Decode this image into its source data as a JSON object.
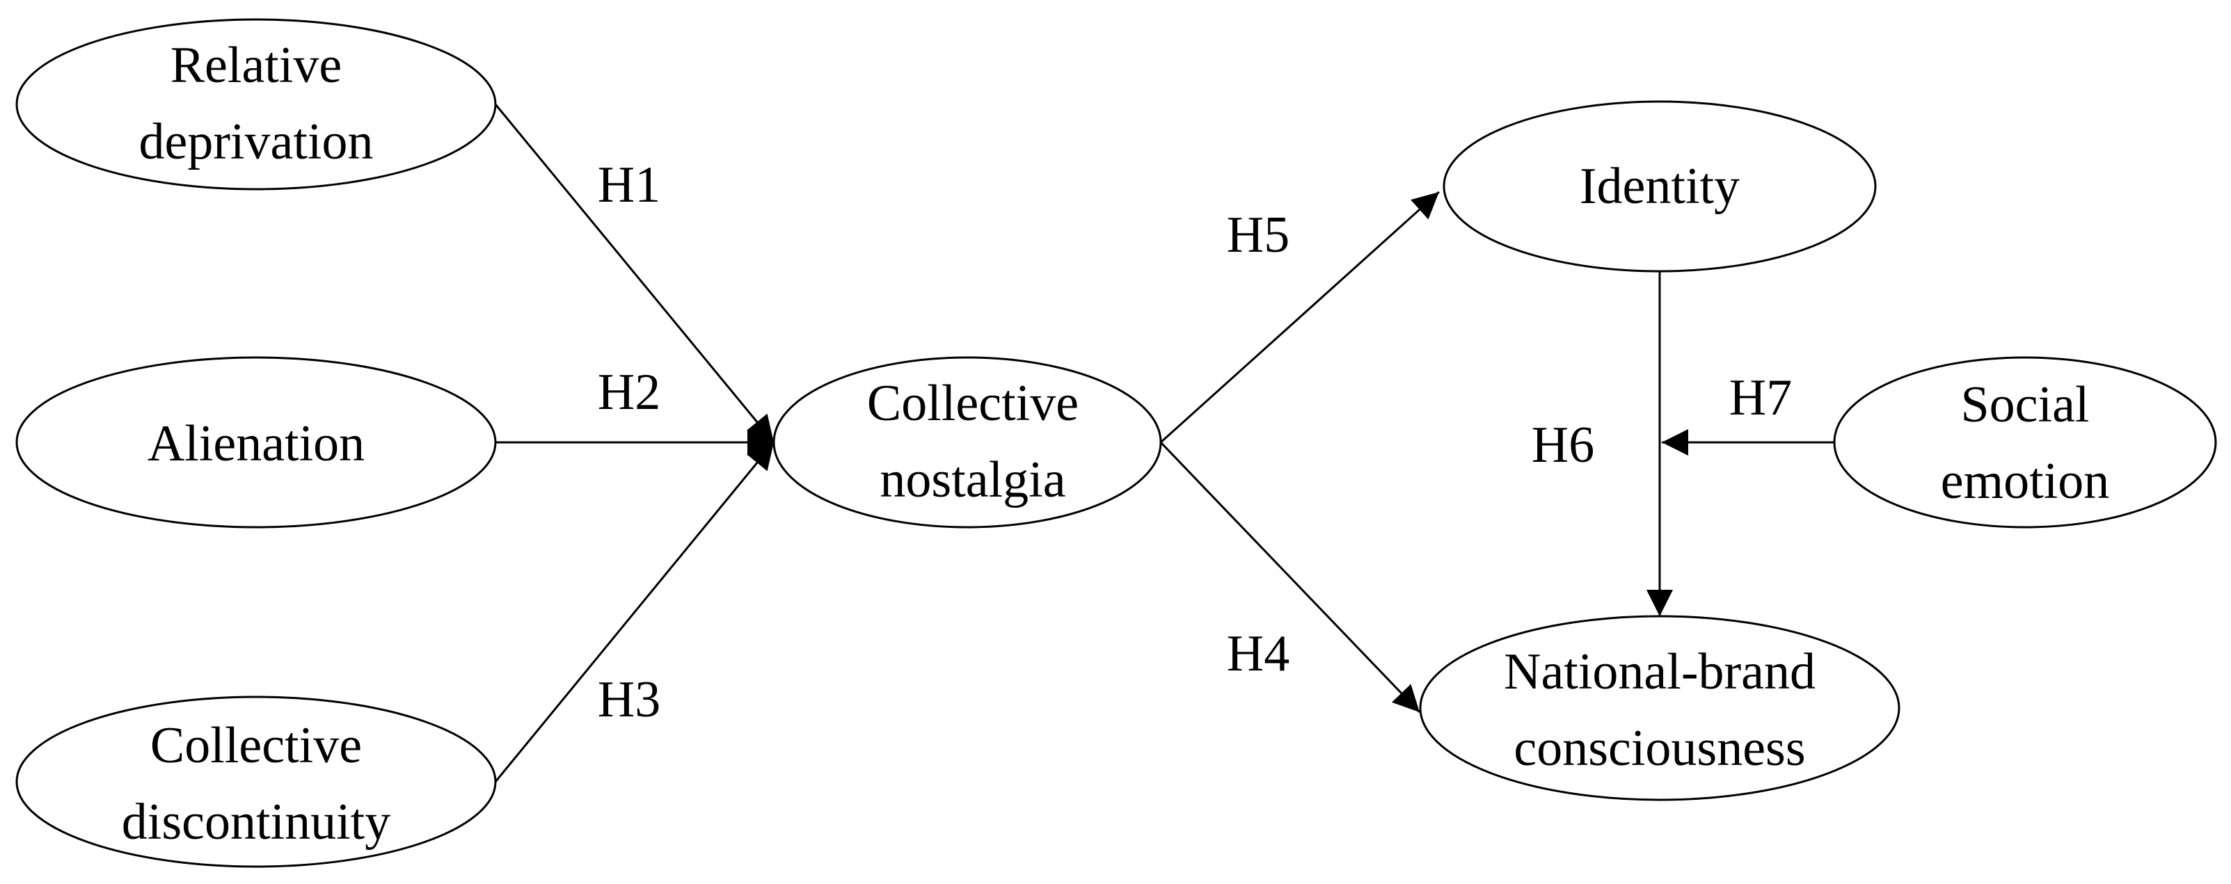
{
  "nodes": {
    "relative_deprivation": {
      "line1": "Relative",
      "line2": "deprivation"
    },
    "alienation": {
      "line1": "Alienation"
    },
    "collective_discontinuity": {
      "line1": "Collective",
      "line2": "discontinuity"
    },
    "collective_nostalgia": {
      "line1": "Collective",
      "line2": "nostalgia"
    },
    "identity": {
      "line1": "Identity"
    },
    "social_emotion": {
      "line1": "Social",
      "line2": "emotion"
    },
    "national_brand_consciousness": {
      "line1": "National-brand",
      "line2": "consciousness"
    }
  },
  "hypotheses": {
    "h1": "H1",
    "h2": "H2",
    "h3": "H3",
    "h4": "H4",
    "h5": "H5",
    "h6": "H6",
    "h7": "H7"
  },
  "edges": [
    {
      "from": "relative_deprivation",
      "to": "collective_nostalgia",
      "label": "H1"
    },
    {
      "from": "alienation",
      "to": "collective_nostalgia",
      "label": "H2"
    },
    {
      "from": "collective_discontinuity",
      "to": "collective_nostalgia",
      "label": "H3"
    },
    {
      "from": "collective_nostalgia",
      "to": "national_brand_consciousness",
      "label": "H4"
    },
    {
      "from": "collective_nostalgia",
      "to": "identity",
      "label": "H5"
    },
    {
      "from": "identity",
      "to": "national_brand_consciousness",
      "label": "H6"
    },
    {
      "from": "social_emotion",
      "to": "identity → national_brand_consciousness path",
      "label": "H7"
    }
  ]
}
